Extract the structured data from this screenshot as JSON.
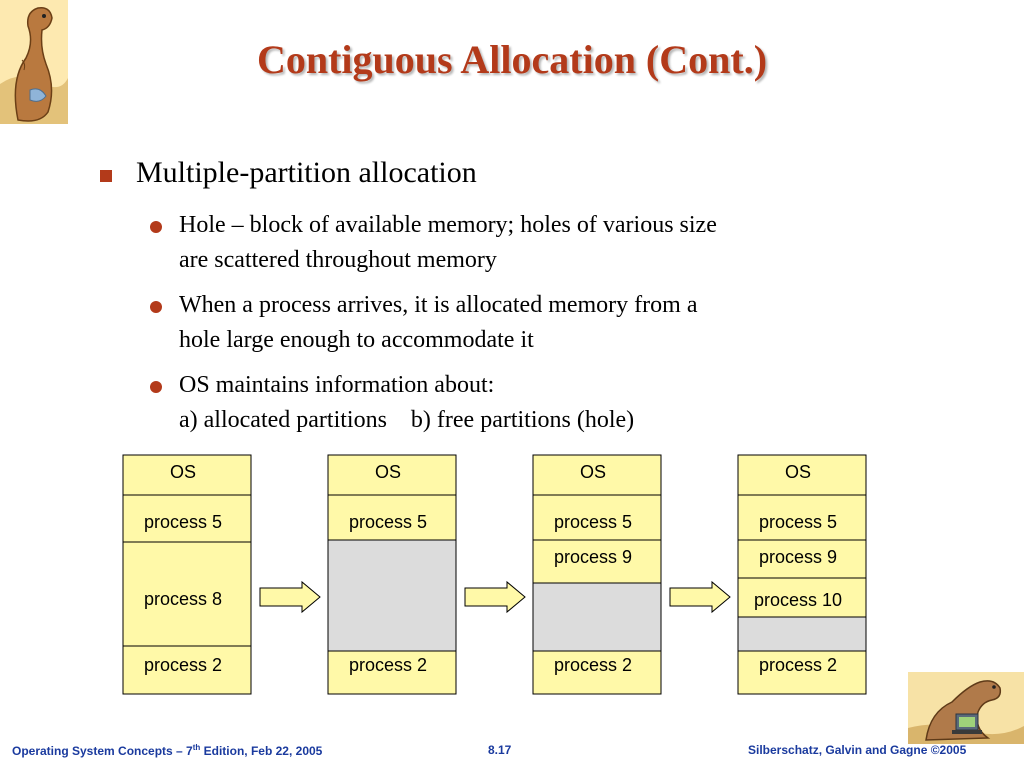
{
  "slide": {
    "title": "Contiguous Allocation (Cont.)",
    "bullet": "Multiple-partition allocation",
    "subbullets": [
      {
        "lines": [
          "Hole – block of available memory; holes of various size",
          "are scattered throughout memory"
        ]
      },
      {
        "lines": [
          "When a process arrives, it is allocated memory from a",
          "hole large enough to accommodate it"
        ]
      },
      {
        "lines": [
          "OS maintains information about:",
          "a) allocated partitions    b) free partitions (hole)"
        ]
      }
    ]
  },
  "diagram": {
    "colors": {
      "allocated": "#fff9a8",
      "hole": "#dcdcdc",
      "arrow": "#fff9a8",
      "border": "#000000"
    },
    "columns": [
      {
        "blocks": [
          {
            "label": "OS",
            "kind": "allocated"
          },
          {
            "label": "process 5",
            "kind": "allocated"
          },
          {
            "label": "process 8",
            "kind": "allocated"
          },
          {
            "label": "process 2",
            "kind": "allocated"
          }
        ]
      },
      {
        "blocks": [
          {
            "label": "OS",
            "kind": "allocated"
          },
          {
            "label": "process 5",
            "kind": "allocated"
          },
          {
            "label": "",
            "kind": "hole"
          },
          {
            "label": "process 2",
            "kind": "allocated"
          }
        ]
      },
      {
        "blocks": [
          {
            "label": "OS",
            "kind": "allocated"
          },
          {
            "label": "process 5",
            "kind": "allocated"
          },
          {
            "label": "process 9",
            "kind": "allocated"
          },
          {
            "label": "",
            "kind": "hole"
          },
          {
            "label": "process 2",
            "kind": "allocated"
          }
        ]
      },
      {
        "blocks": [
          {
            "label": "OS",
            "kind": "allocated"
          },
          {
            "label": "process 5",
            "kind": "allocated"
          },
          {
            "label": "process 9",
            "kind": "allocated"
          },
          {
            "label": "process 10",
            "kind": "allocated"
          },
          {
            "label": "",
            "kind": "hole"
          },
          {
            "label": "process 2",
            "kind": "allocated"
          }
        ]
      }
    ]
  },
  "footer": {
    "left_prefix": "Operating System Concepts – 7",
    "left_sup": "th",
    "left_suffix": " Edition, Feb 22, 2005",
    "page": "8.17",
    "right": "Silberschatz, Galvin and Gagne ©2005"
  },
  "icons": {
    "top_logo": "dinosaur-mascot-icon",
    "bottom_logo": "dinosaur-laptop-icon"
  }
}
